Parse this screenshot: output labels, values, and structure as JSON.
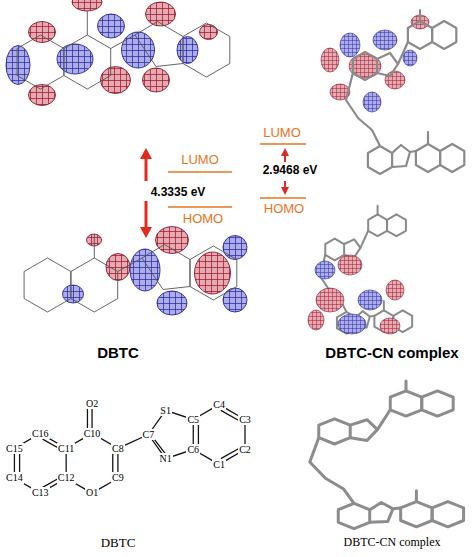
{
  "diagram": {
    "labels": [
      "LUMO",
      "4.3335 eV",
      "HOMO",
      "LUMO",
      "2.9468 eV",
      "HOMO",
      "DBTC",
      "DBTC-CN complex",
      "O2",
      "S1",
      "C10",
      "C7",
      "C5",
      "C4",
      "C16",
      "C11",
      "C8",
      "C3",
      "C15",
      "C9",
      "N1",
      "C6",
      "C2",
      "C14",
      "C12",
      "C1",
      "C13",
      "O1",
      "DBTC",
      "DBTC-CN complex"
    ]
  }
}
